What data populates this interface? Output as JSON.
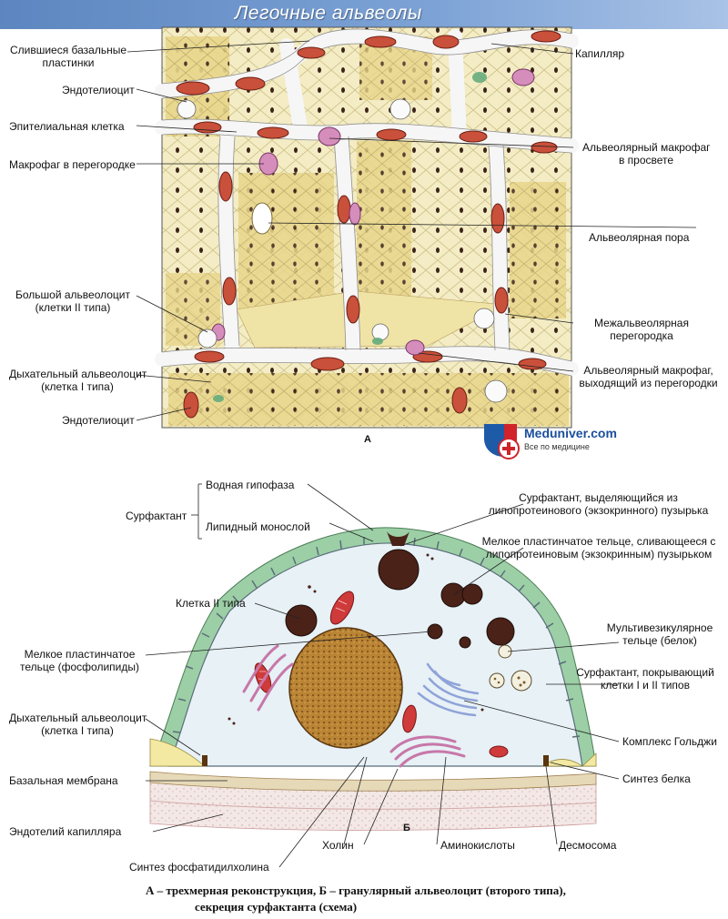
{
  "title": "Легочные альвеолы",
  "panel_a": {
    "letter": "А",
    "labels": {
      "fused_basal": "Слившиеся базальные\nпластинки",
      "endotheliocyte_top": "Эндотелиоцит",
      "epithelial_cell": "Эпителиальная клетка",
      "macrophage_septum": "Макрофаг в перегородке",
      "large_alveolocyte": "Большой альвеолоцит\n(клетки II типа)",
      "resp_alveolocyte": "Дыхательный альвеолоцит\n(клетка I типа)",
      "endotheliocyte_bottom": "Эндотелиоцит",
      "capillary": "Капилляр",
      "macrophage_lumen": "Альвеолярный макрофаг\nв просвете",
      "alveolar_pore": "Альвеолярная пора",
      "interalveolar_septum": "Межальвеолярная\nперегородка",
      "macrophage_exiting": "Альвеолярный макрофаг,\nвыходящий из перегородки"
    }
  },
  "logo": {
    "name": "Meduniver.com",
    "tagline": "Все по медицине"
  },
  "panel_b": {
    "letter": "Б",
    "labels": {
      "surfactant": "Сурфактант",
      "aqueous_hypophase": "Водная гипофаза",
      "lipid_monolayer": "Липидный монослой",
      "type2_cell": "Клетка II типа",
      "small_lamellar": "Мелкое пластинчатое\nтельце (фосфолипиды)",
      "resp_alveolocyte": "Дыхательный альвеолоцит\n(клетка I типа)",
      "basal_membrane": "Базальная мембрана",
      "capillary_endothelium": "Эндотелий капилляра",
      "phosphatidylcholine": "Синтез фосфатидилхолина",
      "surfactant_secreted": "Сурфактант, выделяющийся из\nлипопротеинового (экзокринного) пузырька",
      "lamellar_merging": "Мелкое пластинчатое тельце, сливающееся с\nлипопротеиновым (экзокринным) пузырьком",
      "multivesicular": "Мультивезикулярное\nтельце (белок)",
      "surfactant_covering": "Сурфактант, покрывающий\nклетки I и II типов",
      "golgi": "Комплекс Гольджи",
      "protein_synthesis": "Синтез белка",
      "choline": "Холин",
      "amino_acids": "Аминокислоты",
      "desmosome": "Десмосома"
    }
  },
  "caption": {
    "line1": "А – трехмерная реконструкция, Б – гранулярный альвеолоцит (второго типа),",
    "line2": "секреция сурфактанта  (схема)"
  },
  "colors": {
    "title_bar": "#6a8fc8",
    "alveolar_wall": "#e9dc9a",
    "capillary_rbc": "#c9503a",
    "surfactant_green": "#9ccfa6",
    "cytoplasm": "#e7f1f6",
    "nucleus": "#b77a2c",
    "lamellar_body": "#4a2218",
    "mitochondria": "#cf3a3a",
    "golgi": "#8fa3d8",
    "er": "#c777a8"
  }
}
